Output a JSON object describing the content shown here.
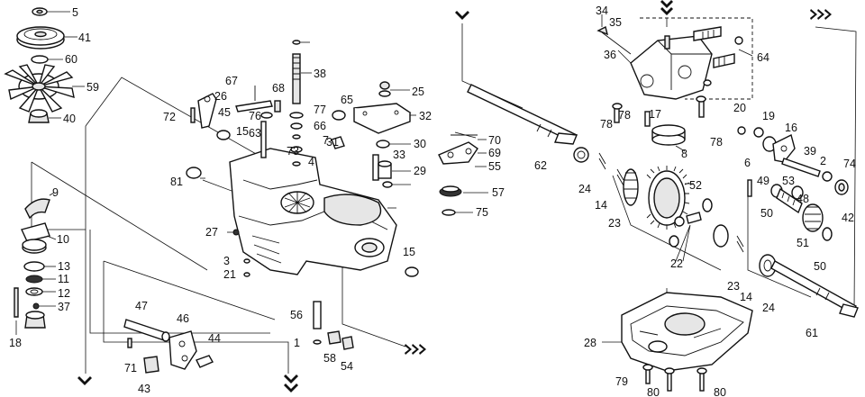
{
  "callouts": [
    "5",
    "41",
    "60",
    "59",
    "40",
    "9",
    "10",
    "13",
    "11",
    "12",
    "37",
    "18",
    "72",
    "45",
    "26",
    "15",
    "81",
    "67",
    "68",
    "76",
    "63",
    "73",
    "77",
    "66",
    "7",
    "65",
    "31",
    "4",
    "38",
    "25",
    "32",
    "30",
    "33",
    "29",
    "70",
    "69",
    "55",
    "57",
    "75",
    "27",
    "3",
    "21",
    "15",
    "47",
    "46",
    "44",
    "43",
    "71",
    "56",
    "1",
    "58",
    "54",
    "62",
    "34",
    "35",
    "36",
    "64",
    "78",
    "78",
    "17",
    "8",
    "78",
    "20",
    "19",
    "16",
    "39",
    "2",
    "74",
    "6",
    "49",
    "53",
    "48",
    "50",
    "42",
    "24",
    "14",
    "23",
    "52",
    "22",
    "23",
    "14",
    "24",
    "51",
    "50",
    "61",
    "28",
    "79",
    "80",
    "80"
  ]
}
